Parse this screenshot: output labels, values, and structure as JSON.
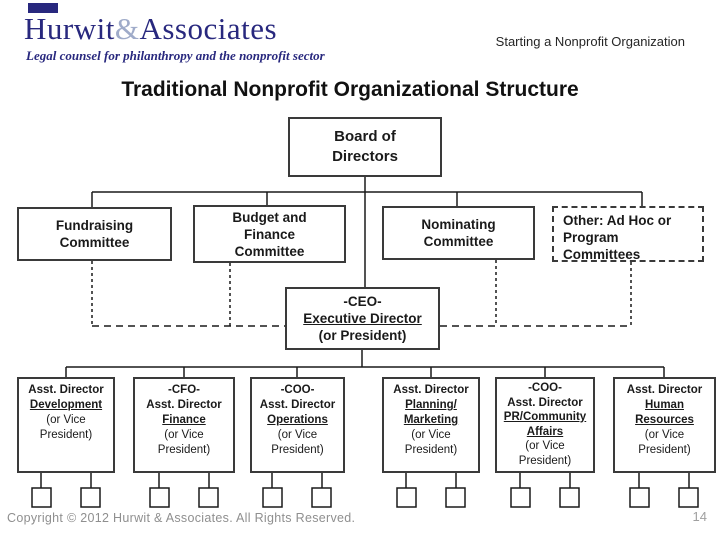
{
  "brand": {
    "name_part1": "Hurwit",
    "ampersand": "&",
    "name_part2": "Associates",
    "tagline": "Legal counsel for philanthropy and the nonprofit sector"
  },
  "header": {
    "context_label": "Starting a Nonprofit Organization"
  },
  "slide_title": "Traditional Nonprofit Organizational Structure",
  "org_chart": {
    "board": {
      "lines": [
        "Board of",
        "Directors"
      ]
    },
    "committees": [
      {
        "lines": [
          "Fundraising",
          "Committee"
        ]
      },
      {
        "lines": [
          "Budget and",
          "Finance",
          "Committee"
        ]
      },
      {
        "lines": [
          "Nominating",
          "Committee"
        ]
      },
      {
        "lines": [
          "Other: Ad Hoc or",
          "Program",
          "Committees"
        ],
        "border": "dashed"
      }
    ],
    "ceo": {
      "lines": [
        "-CEO-",
        "Executive Director",
        "(or President)"
      ]
    },
    "directors": [
      {
        "bold1": "Asst. Director",
        "under1": "Development",
        "normal1": "(or Vice",
        "normal2": "President)"
      },
      {
        "bold1": "-CFO-",
        "bold2": "Asst. Director",
        "under1": "Finance",
        "normal1": "(or Vice",
        "normal2": "President)"
      },
      {
        "bold1": "-COO-",
        "bold2": "Asst. Director",
        "under1": "Operations",
        "normal1": "(or Vice",
        "normal2": "President)"
      },
      {
        "bold1": "Asst. Director",
        "under1": "Planning/",
        "under2": "Marketing",
        "normal1": "(or Vice",
        "normal2": "President)"
      },
      {
        "bold1": "-COO-",
        "bold2": "Asst. Director",
        "under1": "PR/Community",
        "under2": "Affairs",
        "normal1": "(or Vice",
        "normal2": "President)"
      },
      {
        "bold1": "Asst. Director",
        "under1": "Human",
        "under2": "Resources",
        "normal1": "(or Vice",
        "normal2": "President)"
      }
    ]
  },
  "footer": {
    "copyright": "Copyright © 2012 Hurwit & Associates. All Rights Reserved.",
    "page_number": "14"
  },
  "colors": {
    "brand_navy": "#28287E",
    "ampersand_blue": "#9FABC9",
    "box_border": "#3A3A3A",
    "line_black": "#1A1A1A",
    "muted_gray": "#8F8F8F"
  }
}
